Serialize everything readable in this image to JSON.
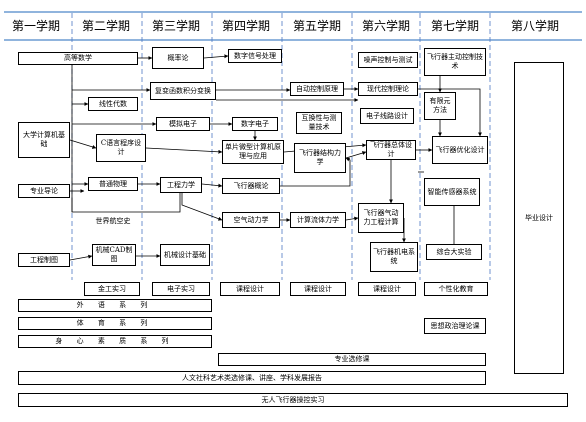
{
  "semesters": [
    "第一学期",
    "第二学期",
    "第三学期",
    "第四学期",
    "第五学期",
    "第六学期",
    "第七学期",
    "第八学期"
  ],
  "courses": {
    "advanced_math": "高等数学",
    "probability": "概率论",
    "digital_signal": "数字信号处理",
    "noise_control": "噪声控制与测试",
    "aircraft_active_control": "飞行器主动控制技术",
    "complex_function": "复变函数积分变换",
    "auto_control": "自动控制原理",
    "modern_control": "现代控制理论",
    "linear_algebra": "线性代数",
    "analog_electronics": "模拟电子",
    "digital_electronics": "数字电子",
    "interchangeability": "互换性与测量技术",
    "electronic_circuit": "电子线路设计",
    "finite_element": "有限元方法",
    "university_computer": "大学计算机基础",
    "c_language": "C语言程序设计",
    "mcu": "单片微型计算机原理与应用",
    "structural_mechanics": "飞行器结构力学",
    "overall_design": "飞行器总体设计",
    "optimization_design": "飞行器优化设计",
    "general_physics": "普通物理",
    "engineering_mechanics": "工程力学",
    "aircraft_intro": "飞行器概论",
    "smart_sensor": "智能传感器系统",
    "major_intro": "专业导论",
    "aviation_history": "世界航空史",
    "aerodynamics": "空气动力学",
    "cfd": "计算流体力学",
    "aero_experiment": "飞行器气动力工程计算",
    "aircraft_electromech": "飞行器机电系统",
    "comprehensive_experiment": "综合大实验",
    "graduation_design": "毕业设计",
    "engineering_drawing": "工程制图",
    "mechanical_cad": "机械CAD制图",
    "mechanical_design": "机械设计基础"
  },
  "practice": {
    "metalwork": "金工实习",
    "electronic_practice": "电子实习",
    "course_design_4": "课程设计",
    "course_design_5": "课程设计",
    "course_design_6": "课程设计",
    "personalized_education": "个性化教育"
  },
  "bands": {
    "foreign_language": "外  语  系  列",
    "physical_education": "体 育 系 列",
    "mind_body": "身 心 素 质 系 列",
    "ideology": "思想政治理论课",
    "major_electives": "专业选修课",
    "humanities": "人文社科艺术类选修课、讲座、学科发展报告",
    "uav_practice": "无人飞行器操控实习"
  },
  "colors": {
    "header_rule": "#6b9bd2",
    "divider": "#4f79c4",
    "line": "#000000"
  }
}
